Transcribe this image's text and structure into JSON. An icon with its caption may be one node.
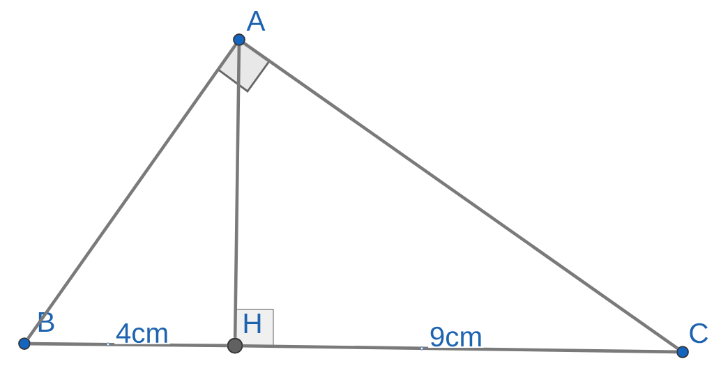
{
  "diagram": {
    "nodes": [
      {
        "text": [],
        "shape": "circle",
        "beside": [
          "A"
        ]
      },
      {
        "text": [],
        "shape": "circle",
        "beside": [
          "B"
        ]
      },
      {
        "text": [],
        "shape": "circle",
        "beside": [
          "H"
        ]
      },
      {
        "text": [],
        "shape": "circle",
        "beside": [
          "C"
        ]
      }
    ],
    "edges": [
      {
        "from": 0,
        "to": 1,
        "arrow": "none"
      },
      {
        "from": 0,
        "to": 3,
        "arrow": "none"
      },
      {
        "from": 0,
        "to": 2,
        "arrow": "none"
      },
      {
        "from": 1,
        "to": 2,
        "arrow": "none",
        "label": "4cm"
      },
      {
        "from": 2,
        "to": 3,
        "arrow": "none",
        "label": "9cm"
      }
    ]
  }
}
